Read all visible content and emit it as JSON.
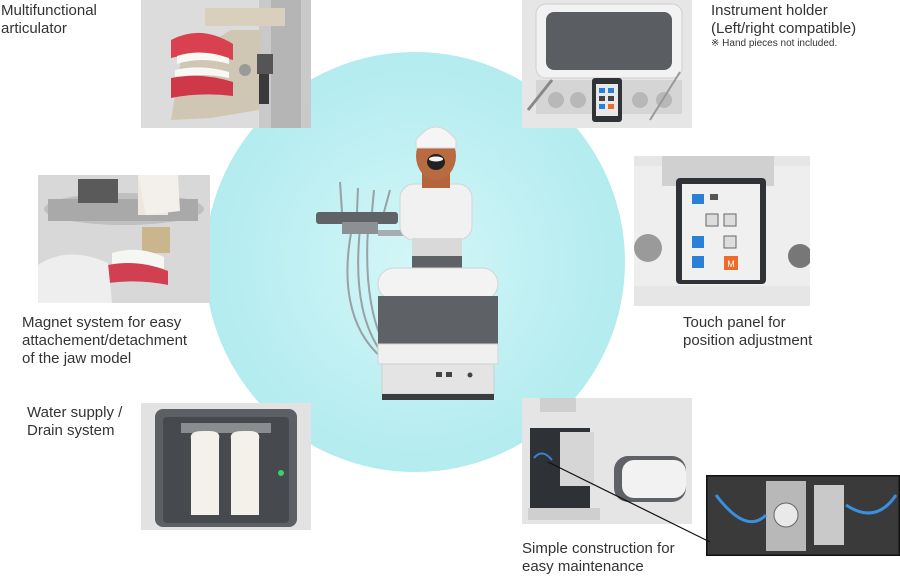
{
  "features": {
    "articulator": [
      "Multifunctional",
      "articulator"
    ],
    "instrument_holder": [
      "Instrument holder",
      "(Left/right compatible)"
    ],
    "instrument_note": "※ Hand pieces not included.",
    "magnet": [
      "Magnet system for easy",
      "attachement/detachment",
      "of the jaw model"
    ],
    "water": [
      "Water supply /",
      "Drain system"
    ],
    "touch_panel": [
      "Touch panel for",
      "position adjustment"
    ],
    "construction": [
      "Simple construction for",
      "easy maintenance"
    ]
  },
  "touch_panel": {
    "button_m": "M"
  },
  "colors": {
    "circle": "#b9eef1",
    "accent_blue": "#2a7fd6",
    "accent_orange": "#ef6b2b"
  }
}
